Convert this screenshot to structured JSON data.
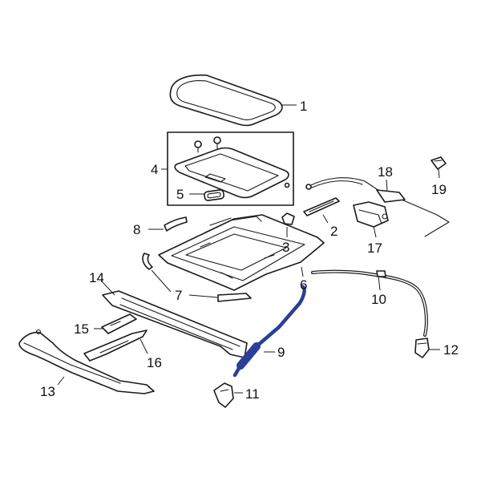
{
  "diagram": {
    "highlight_color": "#2b3f97",
    "highlighted_part": "9",
    "callouts": [
      "1",
      "2",
      "3",
      "4",
      "5",
      "6",
      "7",
      "8",
      "9",
      "10",
      "11",
      "12",
      "13",
      "14",
      "15",
      "16",
      "17",
      "18",
      "19"
    ]
  }
}
